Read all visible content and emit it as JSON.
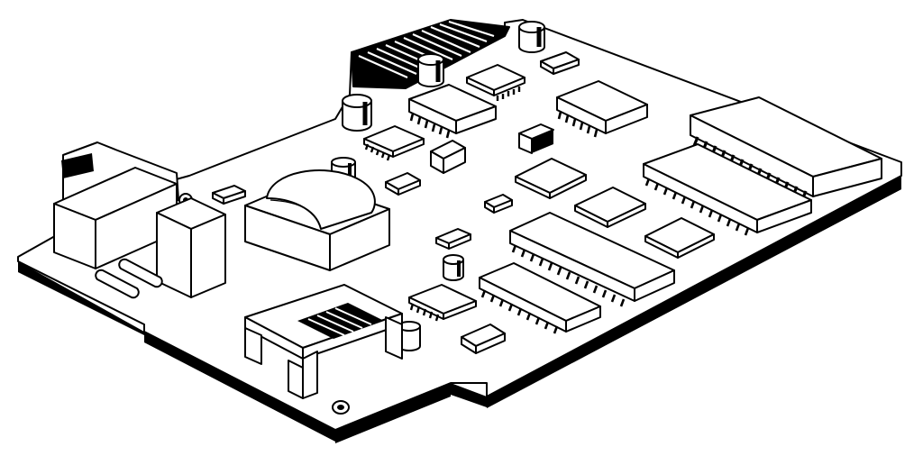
{
  "colors": {
    "ink": "#000000",
    "paper": "#ffffff",
    "board": "#ffffff",
    "board_edge": "#000000"
  },
  "components": [
    {
      "kind": "board",
      "name": "circuit-board"
    },
    {
      "kind": "edge-connector",
      "name": "gold-finger-connector"
    },
    {
      "kind": "rj-jack",
      "name": "modular-jack"
    },
    {
      "kind": "transformer",
      "name": "transformer"
    },
    {
      "kind": "relay",
      "name": "relay"
    },
    {
      "kind": "connector",
      "name": "side-connector"
    },
    {
      "kind": "dip-chip",
      "name": "large-dip-chip"
    },
    {
      "kind": "smd-chip",
      "name": "small-ic"
    },
    {
      "kind": "capacitor",
      "name": "electrolytic-capacitor"
    },
    {
      "kind": "resistor",
      "name": "smd-resistor"
    },
    {
      "kind": "crystal",
      "name": "crystal"
    },
    {
      "kind": "diode",
      "name": "axial-diode"
    },
    {
      "kind": "hole",
      "name": "mounting-hole"
    }
  ]
}
